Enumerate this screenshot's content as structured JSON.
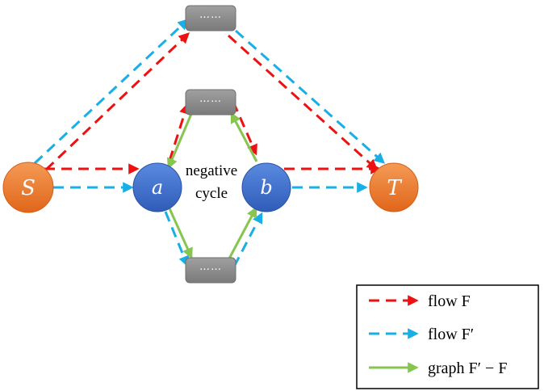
{
  "colors": {
    "flow_F": "#ee1111",
    "flow_F_prime": "#18aee6",
    "graph_diff": "#86c54f",
    "source_sink_fill": "#f07a2a",
    "inner_node_fill": "#3d6fcf",
    "box_fill": "#8c8c8c"
  },
  "nodes": {
    "s": {
      "label": "S"
    },
    "a": {
      "label": "a"
    },
    "b": {
      "label": "b"
    },
    "t": {
      "label": "T"
    }
  },
  "boxes": {
    "top": {
      "label": "……"
    },
    "middle": {
      "label": "……"
    },
    "bottom": {
      "label": "……"
    }
  },
  "center_label": {
    "line1": "negative",
    "line2": "cycle"
  },
  "legend": {
    "items": [
      {
        "text": "flow F",
        "style": "red-dashed"
      },
      {
        "text": "flow F′",
        "style": "blue-dashed"
      },
      {
        "text": "graph F′ − F",
        "style": "green-solid"
      }
    ]
  }
}
